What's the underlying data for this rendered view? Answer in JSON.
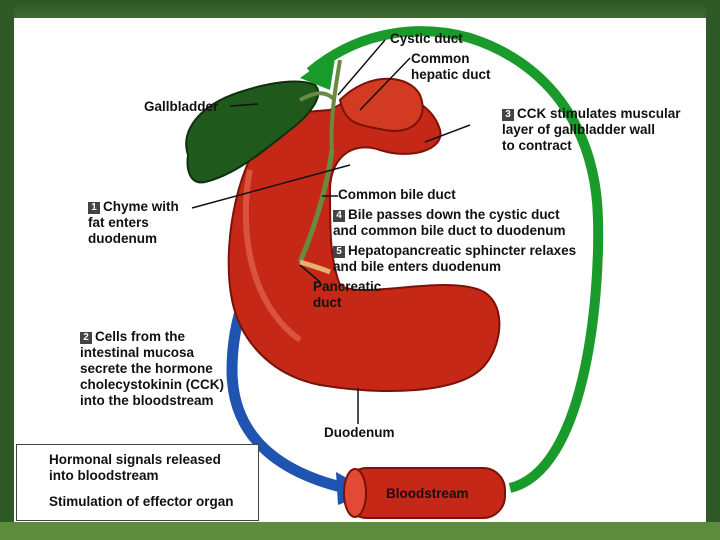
{
  "labels": {
    "cystic_duct": "Cystic duct",
    "common_hepatic_duct": "Common\nhepatic duct",
    "gallbladder": "Gallbladder",
    "common_bile_duct": "Common bile duct",
    "pancreatic_duct": "Pancreatic\nduct",
    "duodenum": "Duodenum",
    "bloodstream": "Bloodstream"
  },
  "steps": [
    {
      "num": "1",
      "text": "Chyme with\nfat enters\nduodenum"
    },
    {
      "num": "2",
      "text": "Cells from the\nintestinal mucosa\nsecrete the hormone\ncholecystokinin (CCK)\ninto the bloodstream"
    },
    {
      "num": "3",
      "text": "CCK stimulates muscular\nlayer of gallbladder wall\nto contract"
    },
    {
      "num": "4",
      "text": "Bile passes down the cystic duct\nand common bile duct to duodenum"
    },
    {
      "num": "5",
      "text": "Hepatopancreatic sphincter relaxes\nand bile enters duodenum"
    }
  ],
  "legend": {
    "hormonal": "Hormonal signals released\ninto bloodstream",
    "stimulation": "Stimulation of effector organ"
  },
  "colors": {
    "hormonal_arrow": "#1f55b0",
    "stimulation_arrow": "#1a9a2a",
    "organ_red": "#c62818",
    "gallbladder_green": "#1f5a1c"
  }
}
